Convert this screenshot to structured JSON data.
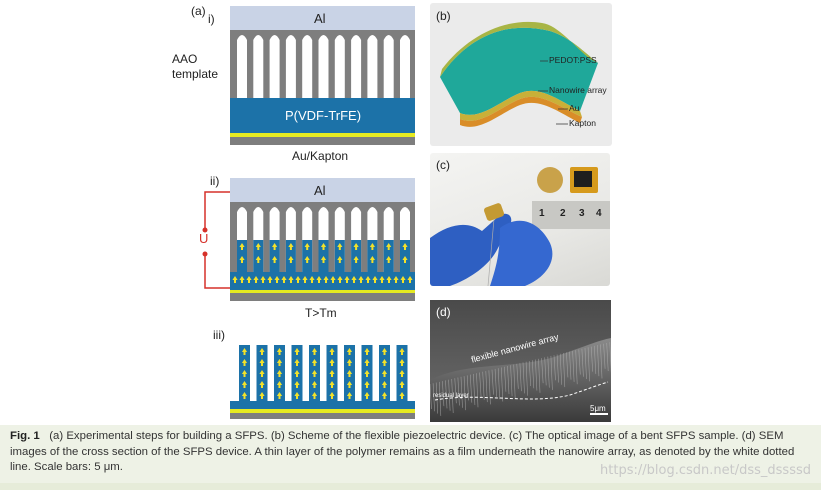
{
  "panel_a": {
    "label": "(a)",
    "step_i": {
      "label": "i)",
      "top_layer": "Al",
      "side_label_1": "AAO",
      "side_label_2": "template",
      "polymer_label": "P(VDF-TrFE)",
      "bottom_label": "Au/Kapton"
    },
    "step_ii": {
      "label": "ii)",
      "top_layer": "Al",
      "voltage_label": "U",
      "condition_label": "T>Tm"
    },
    "step_iii": {
      "label": "iii)"
    }
  },
  "panel_b": {
    "label": "(b)",
    "callouts": [
      "PEDOT:PSS",
      "Nanowire array",
      "Au",
      "Kapton"
    ]
  },
  "panel_c": {
    "label": "(c)",
    "ruler_numbers": [
      "1",
      "2",
      "3",
      "4"
    ]
  },
  "panel_d": {
    "label": "(d)",
    "overlay_text": "flexible nanowire array",
    "residual_text": "residual layer",
    "scale_text": "5μm"
  },
  "caption": {
    "fig_label": "Fig. 1",
    "text": "(a) Experimental steps for building a SFPS. (b) Scheme of the flexible piezoelectric device. (c) The optical image of a bent SFPS sample. (d) SEM images of the cross section of the SFPS device. A thin layer of the polymer remains as a film underneath the nanowire array, as denoted by the white dotted line. Scale bars: 5 μm."
  },
  "watermark": "https://blog.csdn.net/dss_dssssd",
  "colors": {
    "polymer_blue": "#1c72a8",
    "arrow_yellow": "#f2e12a",
    "au_yellow": "#e6ea20",
    "aao_gray": "#7e7e7e",
    "al_blue": "#c9d3e6",
    "circuit_red": "#d6312a",
    "device_green": "#a8b545",
    "nanowire_teal": "#1fa89a"
  }
}
